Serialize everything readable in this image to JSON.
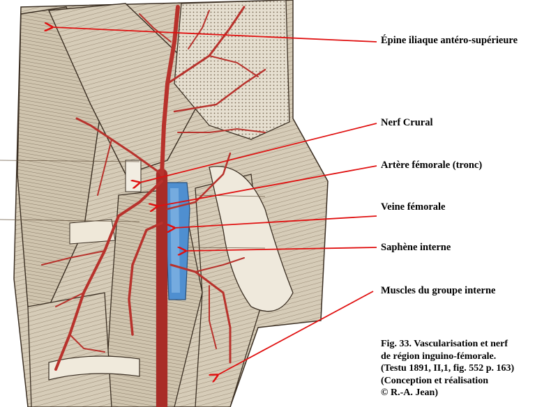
{
  "labels": {
    "epine": "Épine iliaque antéro-supérieure",
    "nerf": "Nerf Crural",
    "artere": "Artère fémorale (tronc)",
    "veine": "Veine fémorale",
    "saphene": "Saphène interne",
    "muscles": "Muscles du groupe interne"
  },
  "caption": {
    "line1": "Fig. 33. Vascularisation et nerf",
    "line2": "de région inguino-fémorale.",
    "line3": "(Testu 1891, II,1, fig. 552 p. 163)",
    "line4": "(Conception et réalisation",
    "line5": "© R.-A. Jean)"
  },
  "colors": {
    "pointer": "#e01010",
    "artery": "#b8322c",
    "vein": "#4f8fd0",
    "muscle": "#d2c8b4",
    "ink": "#3a2e22"
  }
}
